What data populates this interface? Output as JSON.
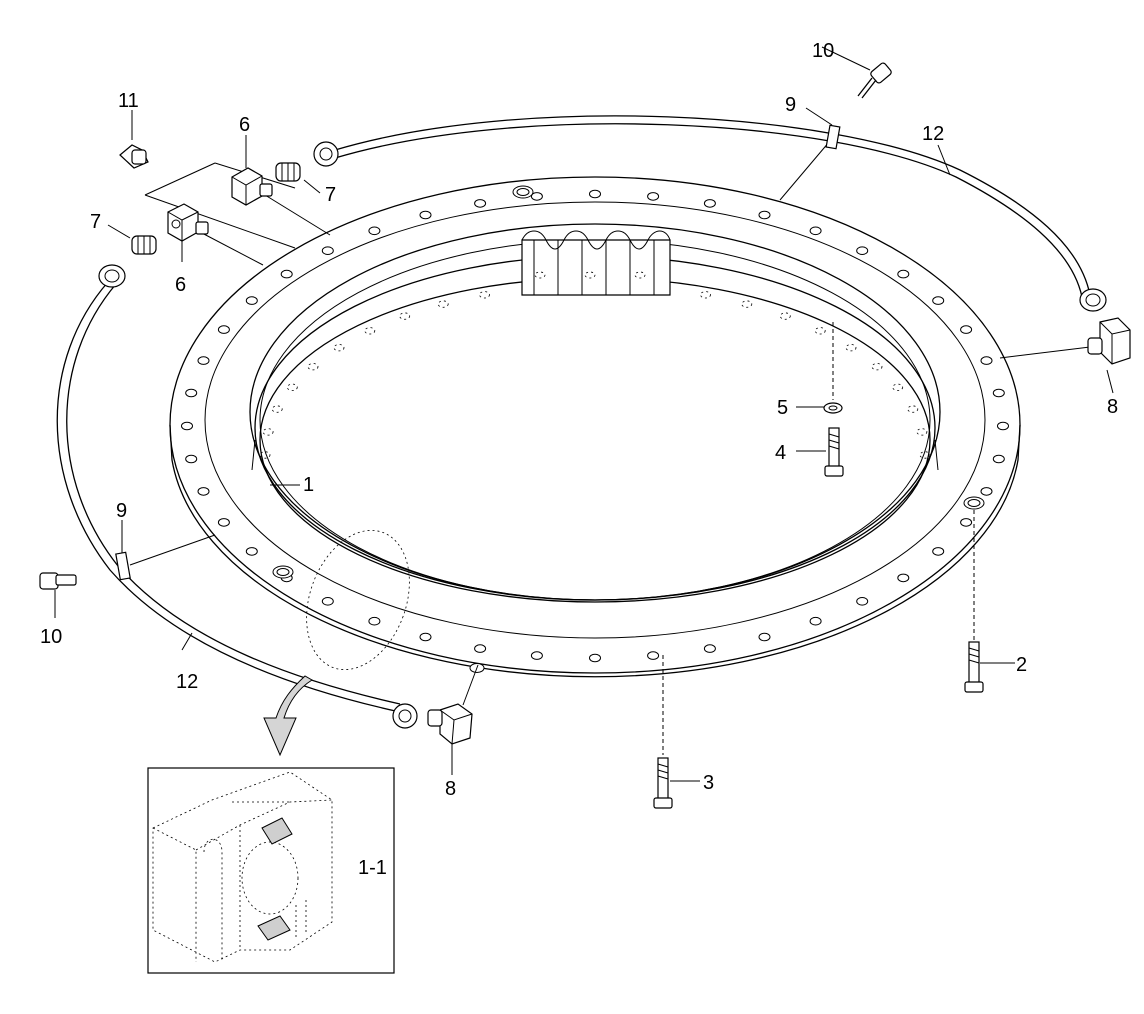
{
  "callouts": {
    "c1": "1",
    "c1_1": "1-1",
    "c2": "2",
    "c3": "3",
    "c4": "4",
    "c5": "5",
    "c6a": "6",
    "c6b": "6",
    "c7a": "7",
    "c7b": "7",
    "c8a": "8",
    "c8b": "8",
    "c9a": "9",
    "c9b": "9",
    "c10a": "10",
    "c10b": "10",
    "c11": "11",
    "c12a": "12",
    "c12b": "12"
  }
}
